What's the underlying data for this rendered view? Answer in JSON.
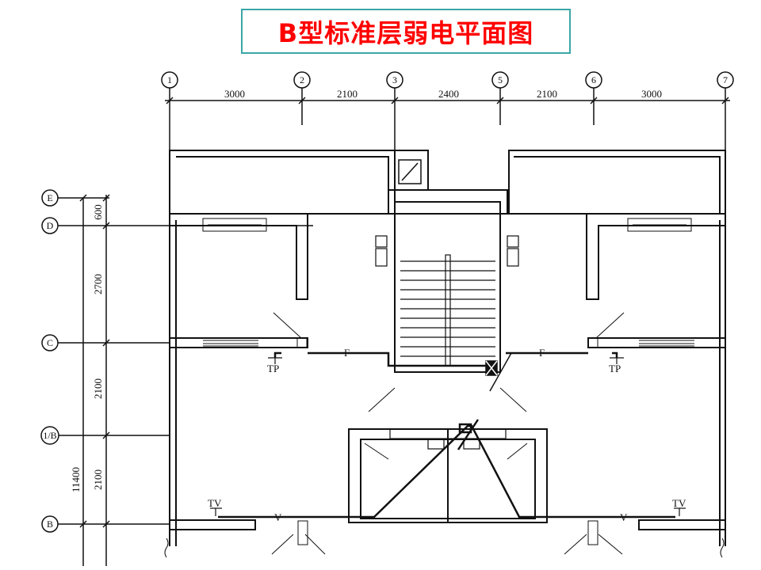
{
  "title": "B型标准层弱电平面图",
  "axes_top": [
    "1",
    "2",
    "3",
    "5",
    "6",
    "7"
  ],
  "axes_left": [
    "E",
    "D",
    "C",
    "1/B",
    "B"
  ],
  "dims_top": [
    "3000",
    "2100",
    "2400",
    "2100",
    "3000"
  ],
  "dims_left": [
    "600",
    "2700",
    "2100",
    "2100"
  ],
  "dim_total": "11400",
  "labels": {
    "tp": "TP",
    "tv": "TV",
    "f": "F",
    "v": "V"
  }
}
